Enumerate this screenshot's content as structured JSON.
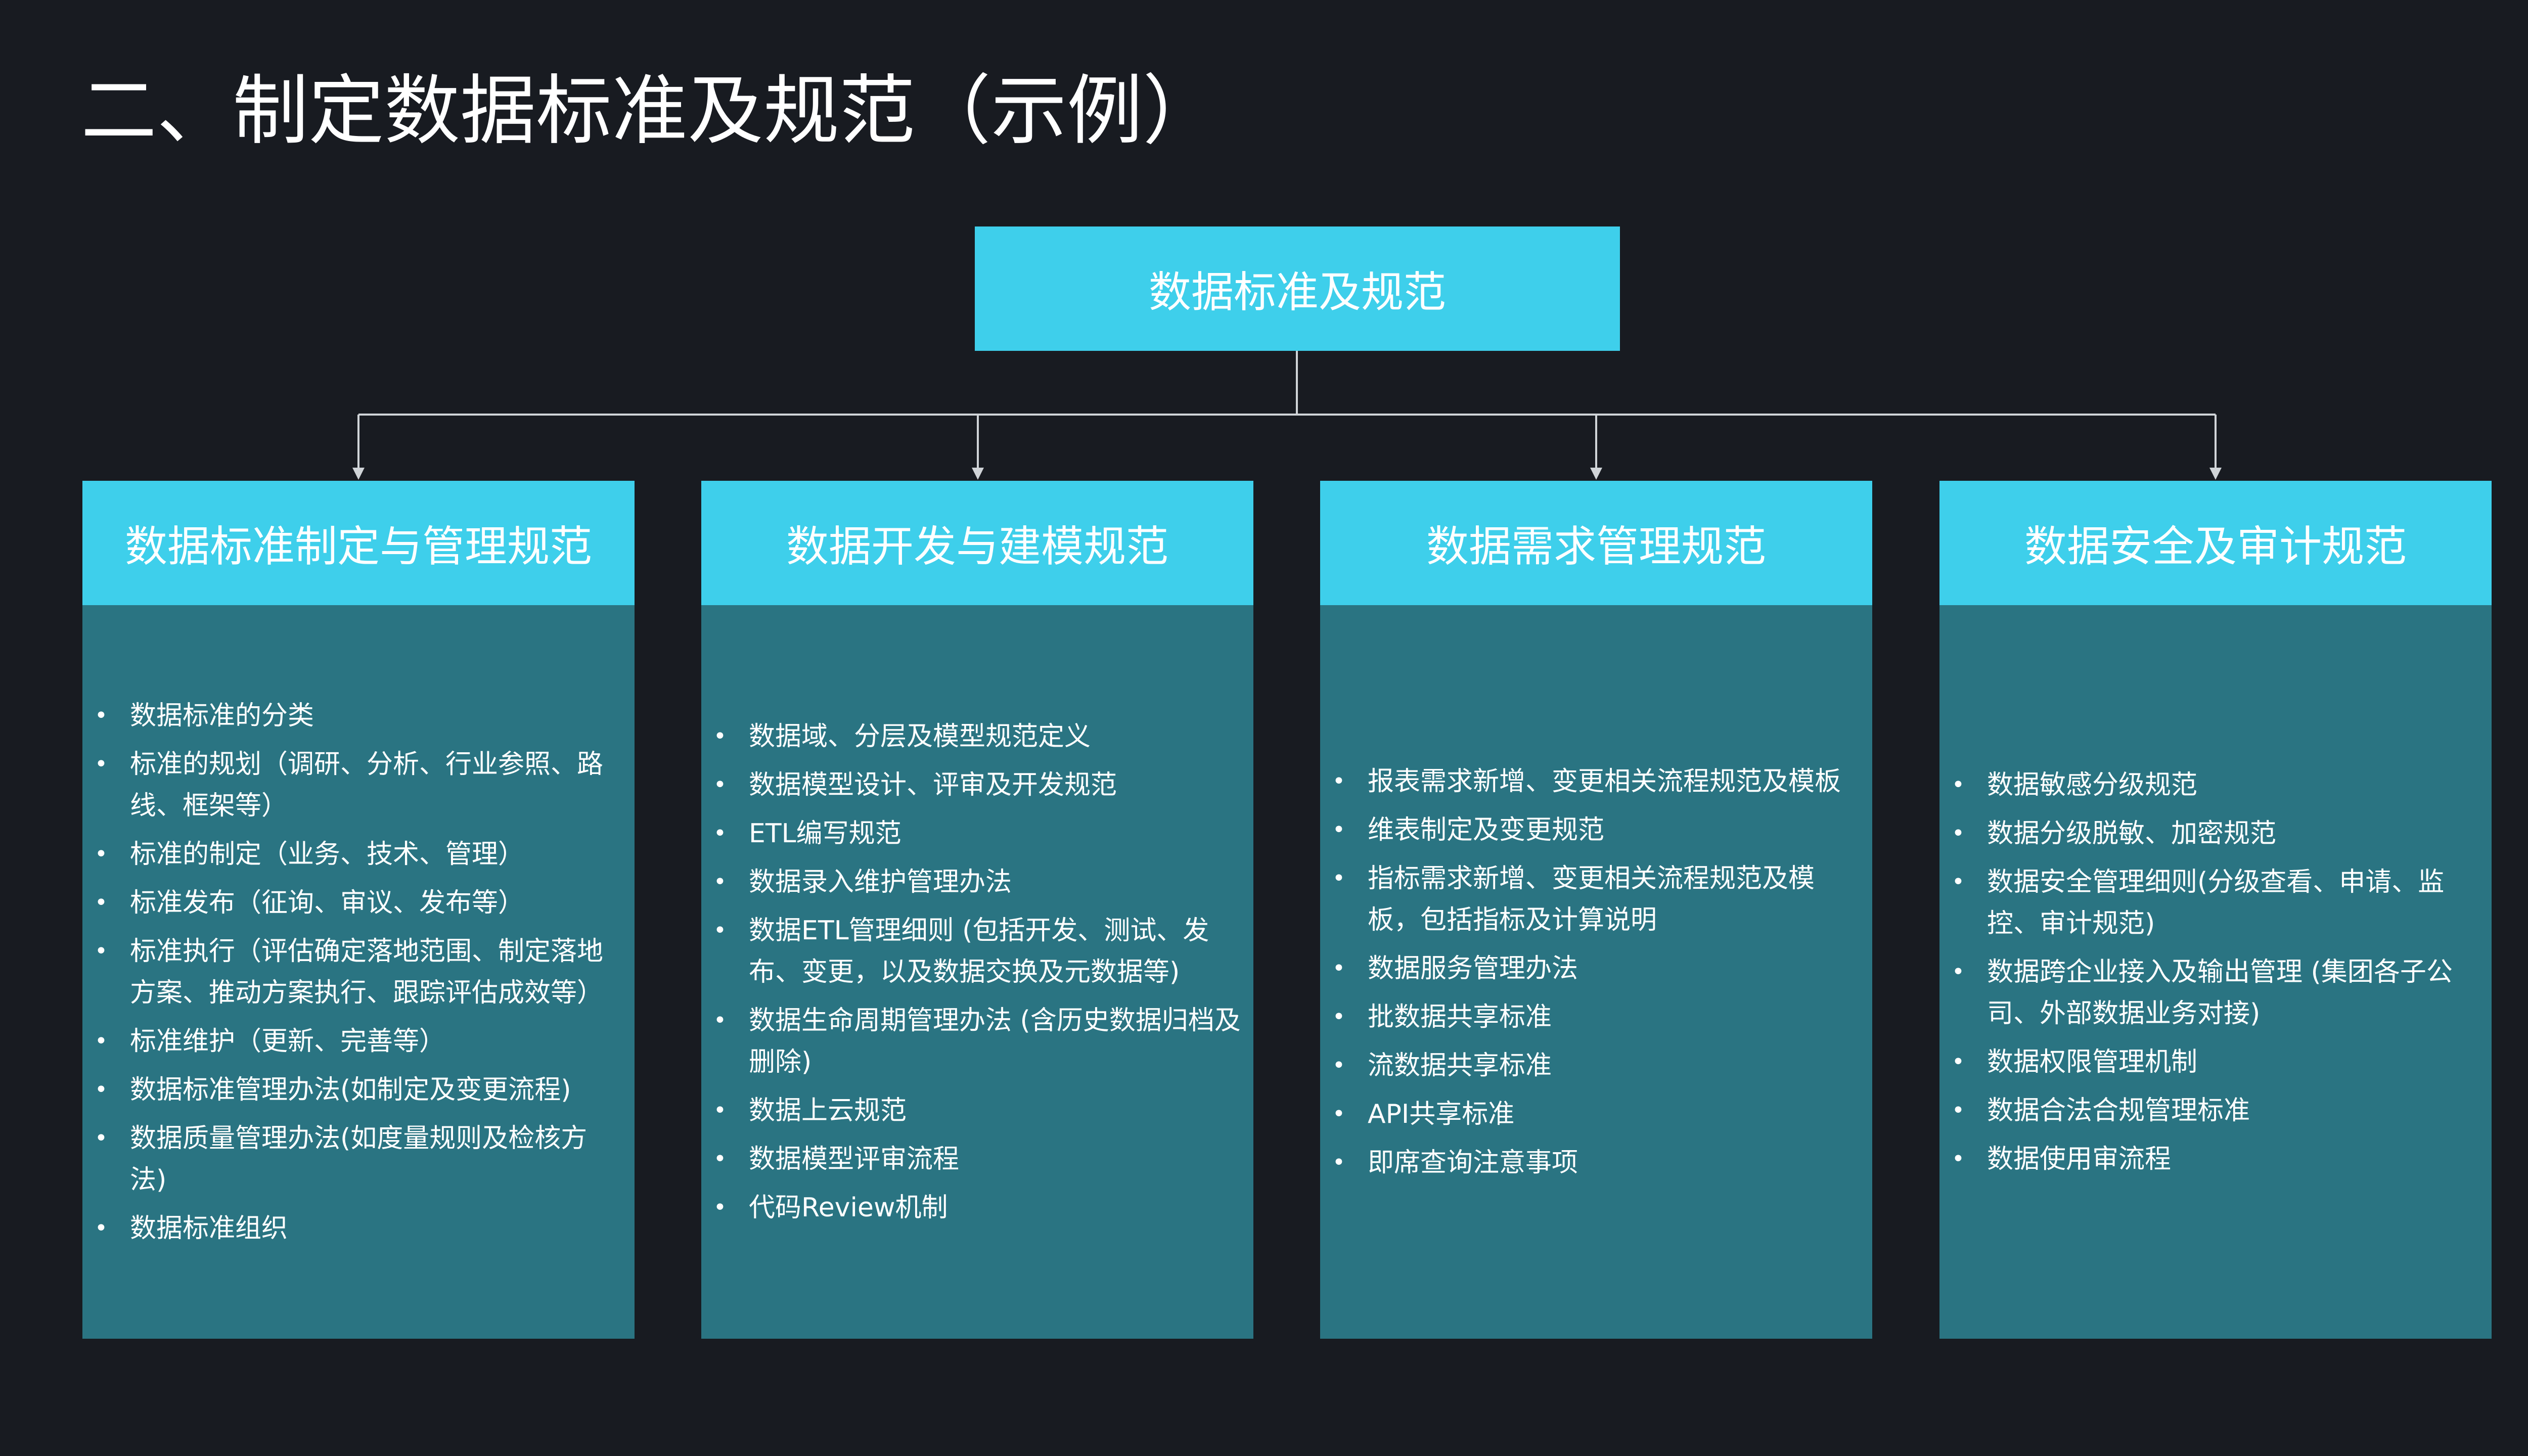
{
  "title": "二、制定数据标准及规范（示例）",
  "root": "数据标准及规范",
  "columns": [
    {
      "header": "数据标准制定与管理规范",
      "items": [
        "数据标准的分类",
        "标准的规划（调研、分析、行业参照、路线、框架等）",
        "标准的制定（业务、技术、管理）",
        "标准发布（征询、审议、发布等）",
        "标准执行（评估确定落地范围、制定落地方案、推动方案执行、跟踪评估成效等）",
        "标准维护（更新、完善等）",
        "数据标准管理办法(如制定及变更流程)",
        "数据质量管理办法(如度量规则及检核方法)",
        "数据标准组织"
      ]
    },
    {
      "header": "数据开发与建模规范",
      "items": [
        "数据域、分层及模型规范定义",
        "数据模型设计、评审及开发规范",
        "ETL编写规范",
        "数据录入维护管理办法",
        "数据ETL管理细则 (包括开发、测试、发布、变更，以及数据交换及元数据等)",
        "数据生命周期管理办法 (含历史数据归档及删除)",
        "数据上云规范",
        "数据模型评审流程",
        "代码Review机制"
      ]
    },
    {
      "header": "数据需求管理规范",
      "items": [
        "报表需求新增、变更相关流程规范及模板",
        "维表制定及变更规范",
        "指标需求新增、变更相关流程规范及模板，包括指标及计算说明",
        "数据服务管理办法",
        "批数据共享标准",
        "流数据共享标准",
        "API共享标准",
        "即席查询注意事项"
      ]
    },
    {
      "header": "数据安全及审计规范",
      "items": [
        "数据敏感分级规范",
        "数据分级脱敏、加密规范",
        "数据安全管理细则(分级查看、申请、监控、审计规范)",
        "数据跨企业接入及输出管理 (集团各子公司、外部数据业务对接)",
        "数据权限管理机制",
        "数据合法合规管理标准",
        "数据使用审流程"
      ]
    }
  ],
  "colors": {
    "background": "#181b21",
    "accent": "#3ecfeb",
    "panel": "#2a7482",
    "line": "#d0d4d8",
    "text": "#ffffff"
  }
}
